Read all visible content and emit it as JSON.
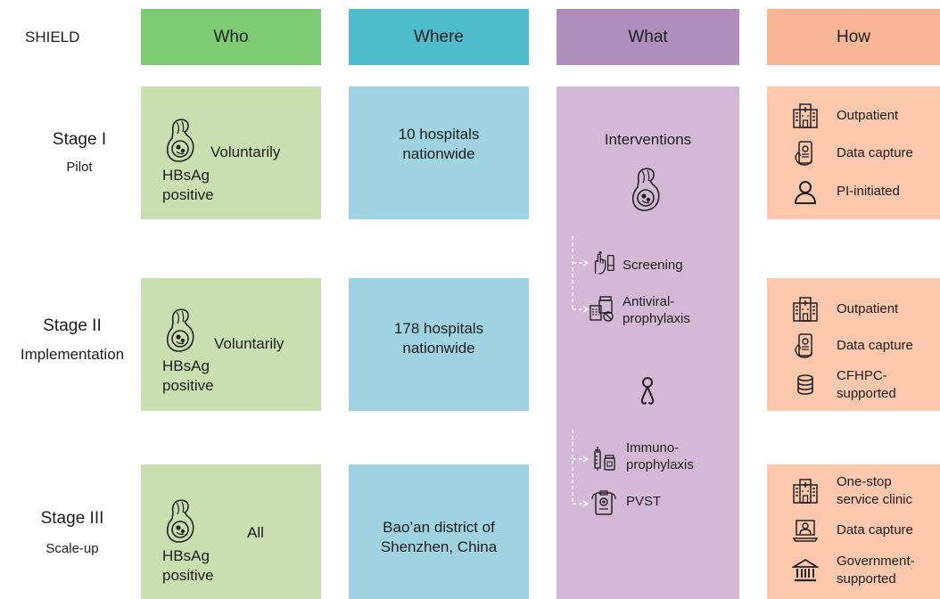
{
  "header": {
    "row_label": "SHIELD",
    "who": "Who",
    "where": "Where",
    "what": "What",
    "how": "How"
  },
  "colors": {
    "who_header": "#7ecb76",
    "where_header": "#4fbcce",
    "what_header": "#b08ebb",
    "how_header": "#f8b696",
    "who_cell": "#c9dfb0",
    "where_cell": "#9fd3e1",
    "what_cell": "#d4b9d7",
    "how_cell": "#fbc7ad"
  },
  "stages": [
    {
      "title": "Stage I",
      "subtitle": "Pilot",
      "who": {
        "qualifier": "Voluntarily",
        "group_line1": "HBsAg",
        "group_line2": "positive",
        "icon": "pregnant-woman-icon"
      },
      "where": {
        "line1": "10 hospitals",
        "line2": "nationwide"
      },
      "how": [
        {
          "icon": "hospital-icon",
          "line1": "Outpatient",
          "line2": ""
        },
        {
          "icon": "mobile-data-icon",
          "line1": "Data capture",
          "line2": ""
        },
        {
          "icon": "person-icon",
          "line1": "PI-initiated",
          "line2": ""
        }
      ]
    },
    {
      "title": "Stage II",
      "subtitle": "Implementation",
      "who": {
        "qualifier": "Voluntarily",
        "group_line1": "HBsAg",
        "group_line2": "positive",
        "icon": "pregnant-woman-icon"
      },
      "where": {
        "line1": "178 hospitals",
        "line2": "nationwide"
      },
      "how": [
        {
          "icon": "hospital-icon",
          "line1": "Outpatient",
          "line2": ""
        },
        {
          "icon": "mobile-data-icon",
          "line1": "Data capture",
          "line2": ""
        },
        {
          "icon": "coins-icon",
          "line1": "CFHPC-",
          "line2": "supported"
        }
      ]
    },
    {
      "title": "Stage III",
      "subtitle": "Scale-up",
      "who": {
        "qualifier": "All",
        "group_line1": "HBsAg",
        "group_line2": "positive",
        "icon": "pregnant-woman-icon"
      },
      "where": {
        "line1": "Bao’an district of",
        "line2": "Shenzhen, China"
      },
      "how": [
        {
          "icon": "hospital-icon",
          "line1": "One-stop",
          "line2": "service clinic"
        },
        {
          "icon": "laptop-doctor-icon",
          "line1": "Data capture",
          "line2": ""
        },
        {
          "icon": "government-building-icon",
          "line1": "Government-",
          "line2": "supported"
        }
      ]
    }
  ],
  "what": {
    "title": "Interventions",
    "maternal": [
      {
        "icon": "finger-prick-test-icon",
        "line1": "Screening",
        "line2": ""
      },
      {
        "icon": "medication-icon",
        "line1": "Antiviral-",
        "line2": "prophylaxis"
      }
    ],
    "infant": [
      {
        "icon": "vaccine-icon",
        "line1": "Immuno-",
        "line2": "prophylaxis"
      },
      {
        "icon": "test-kit-icon",
        "line1": "PVST",
        "line2": ""
      }
    ]
  }
}
